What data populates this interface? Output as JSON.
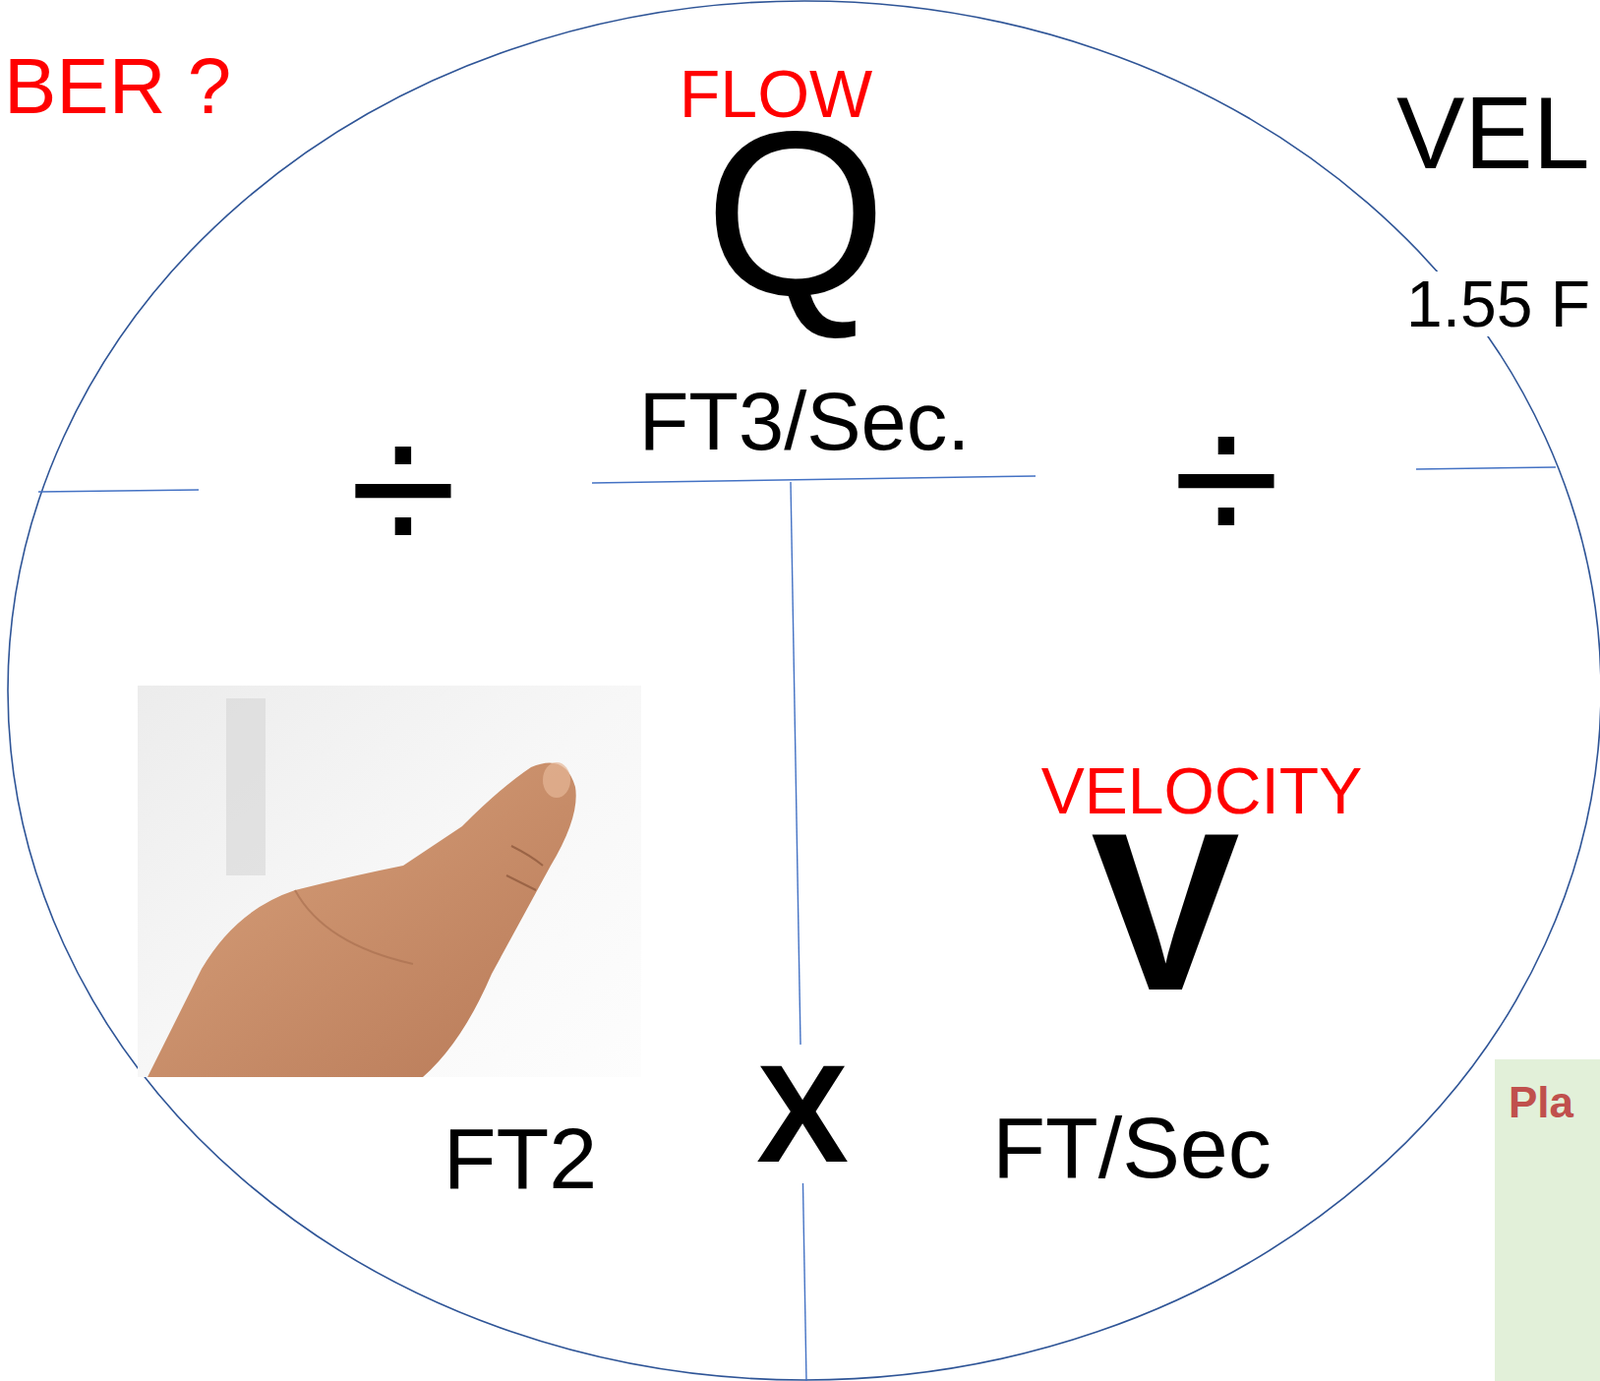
{
  "diagram": {
    "nodes": [
      {
        "text": [
          "Pla"
        ]
      }
    ],
    "labels": [
      "BER ?",
      "FLOW",
      "VEL",
      "Q",
      "1.55 F",
      "FT3/Sec.",
      "÷",
      "÷",
      "VELOCITY",
      "V",
      "X",
      "FT2",
      "FT/Sec"
    ]
  }
}
